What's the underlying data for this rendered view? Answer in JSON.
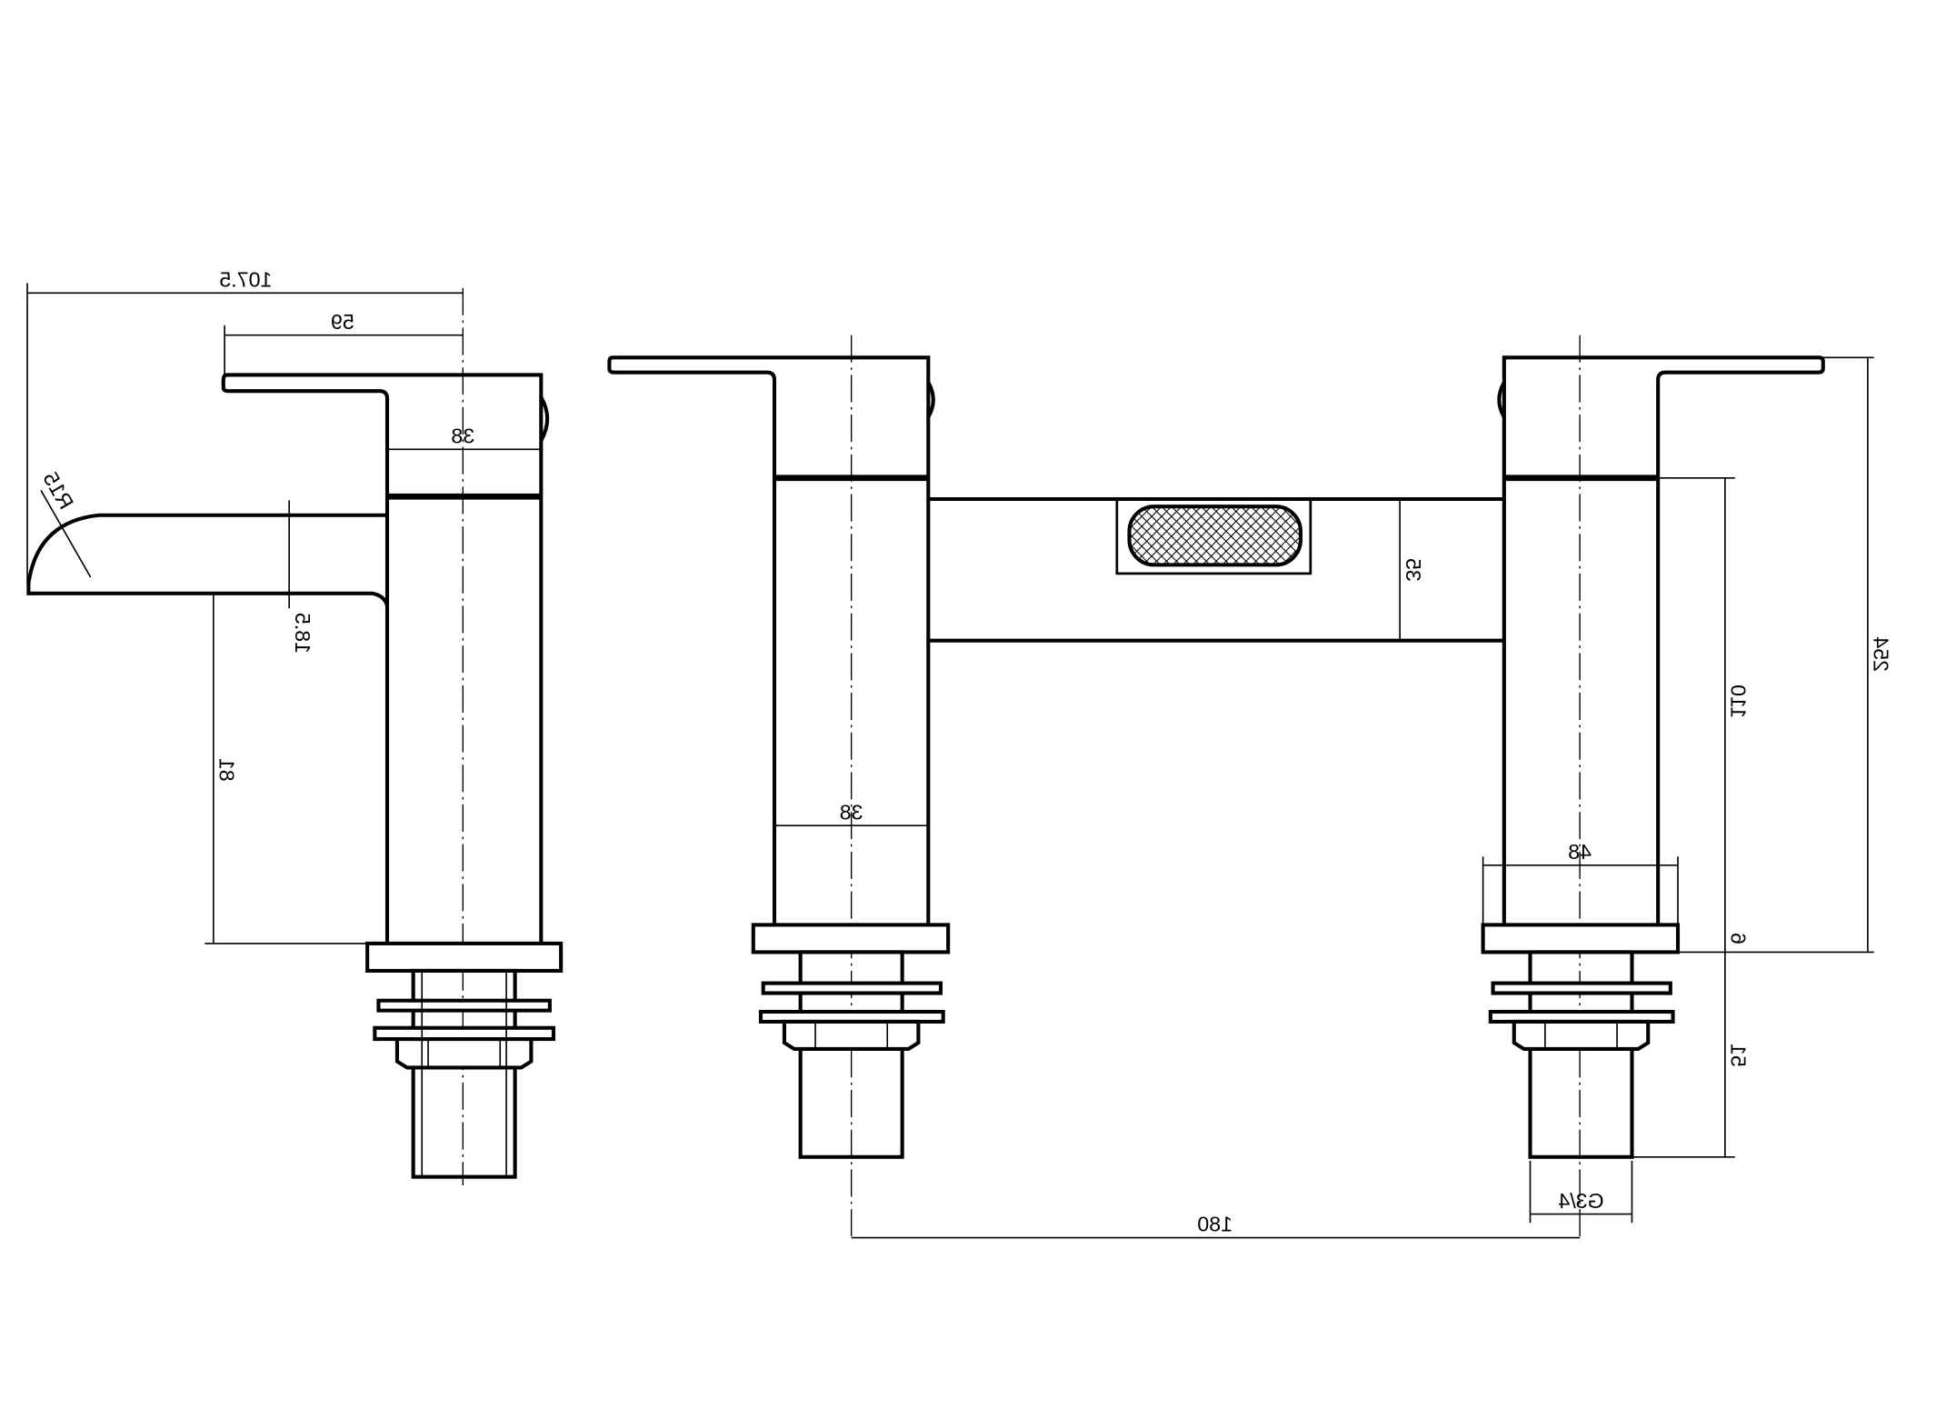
{
  "drawing": {
    "views": [
      "side-view-tap",
      "front-view-bath-filler"
    ],
    "dimensions": {
      "overall_reach": "107.5",
      "handle_reach": "59",
      "side_body_width": "38",
      "spout_radius": "R15",
      "spout_thickness": "18.5",
      "spout_height": "81",
      "front_body_width": "38",
      "bridge_height": "35",
      "body_height": "110",
      "overall_height": "254",
      "base_diameter": "48",
      "base_thickness": "6",
      "shank_length": "51",
      "thread_size": "G3/4",
      "centres": "180"
    },
    "colors": {
      "line": "#000000",
      "background": "#ffffff"
    }
  }
}
